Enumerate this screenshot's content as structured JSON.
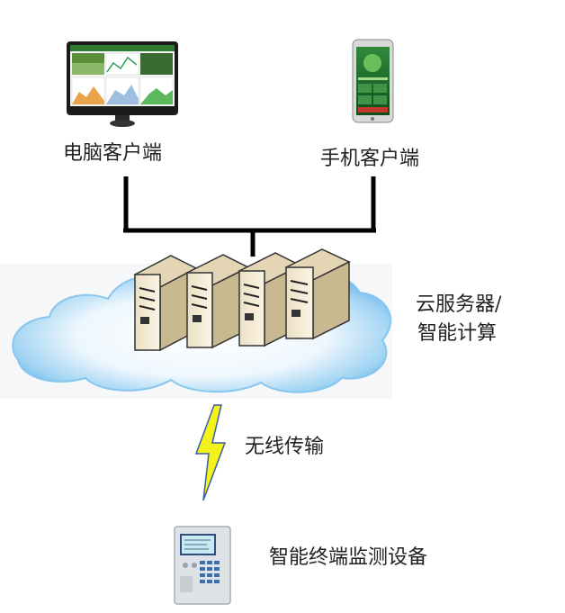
{
  "nodes": {
    "pc_client": "电脑客户端",
    "mobile_client": "手机客户端",
    "cloud_line1": "云服务器/",
    "cloud_line2": "智能计算",
    "wireless": "无线传输",
    "device": "智能终端监测设备"
  },
  "colors": {
    "connector": "#000000",
    "cloud": "#7fc4ef",
    "server_body": "#f2e8d2",
    "lightning": "#f4f21a",
    "device_body": "#dfe3e8"
  }
}
